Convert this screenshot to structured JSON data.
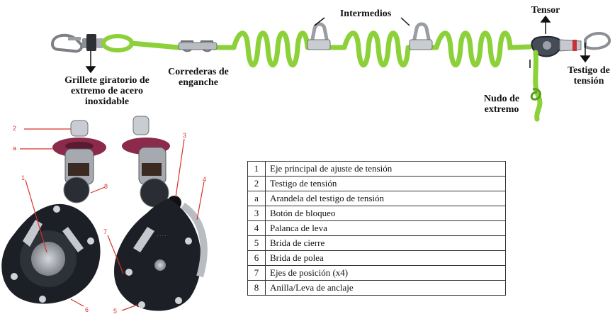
{
  "labels": {
    "intermedios": "Intermedios",
    "tensor": "Tensor",
    "grillete": "Grillete giratorio de extremo de acero inoxidable",
    "correderas": "Correderas de enganche",
    "testigo": "Testigo de tensión",
    "nudo": "Nudo de extremo"
  },
  "photo_callouts": [
    "2",
    "a",
    "1",
    "8",
    "3",
    "4",
    "7",
    "6",
    "5"
  ],
  "legend": [
    {
      "num": "1",
      "desc": "Eje principal de ajuste de tensión"
    },
    {
      "num": "2",
      "desc": "Testigo de tensión"
    },
    {
      "num": "a",
      "desc": "Arandela del testigo de tensión"
    },
    {
      "num": "3",
      "desc": "Botón de bloqueo"
    },
    {
      "num": "4",
      "desc": "Palanca de leva"
    },
    {
      "num": "5",
      "desc": "Brida de cierre"
    },
    {
      "num": "6",
      "desc": "Brida de polea"
    },
    {
      "num": "7",
      "desc": "Ejes de posición (x4)"
    },
    {
      "num": "8",
      "desc": "Anilla/Leva de anclaje"
    }
  ],
  "colors": {
    "rope": "#8cd13a",
    "rope_dark": "#5a9a1e",
    "metal": "#b9bdc2",
    "pulley": "#1c1f26",
    "washer": "#8b2a4a",
    "callout": "#d9302a"
  }
}
